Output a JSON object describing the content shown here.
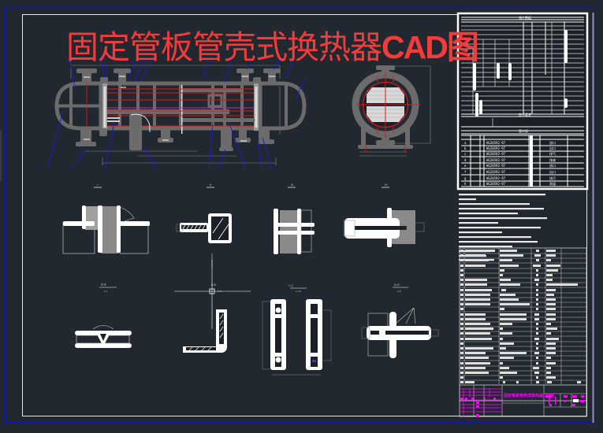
{
  "drawing": {
    "title_cn": "固定管板管壳式换热器",
    "title_latin": "CAD图",
    "title_color": "#f23b3b",
    "background": "#212830",
    "border_color": "#1010c8",
    "frame_color": "#e6e6e6",
    "equipment_color": "#6b6b6b",
    "tube_color": "#e01818",
    "leader_color": "#1a1ae0"
  },
  "views": {
    "main_elevation": {
      "label": "main-elevation-view"
    },
    "end_section": {
      "label": "end-section-view"
    },
    "detail_1": {
      "label": "I",
      "scale": "5:1"
    },
    "detail_2": {
      "label": "II",
      "scale": "5:1"
    },
    "detail_3": {
      "label": "III",
      "scale": "5:1"
    },
    "detail_4": {
      "label": "IV",
      "scale": "5:1"
    },
    "detail_5": {
      "label": "A-A",
      "scale": "1:1"
    },
    "detail_6": {
      "label": "B-B",
      "scale": "1:5"
    },
    "detail_7": {
      "label": "C-C",
      "scale": "1:10"
    },
    "detail_8": {
      "label": "D-D",
      "scale": "1:5"
    }
  },
  "design_table": {
    "header": "设计数据",
    "section2_header": "管口表",
    "nozzle_rows": [
      {
        "mark": "a",
        "dn": "DN",
        "std": "HG20592-97",
        "face": "RF",
        "use": "进口"
      },
      {
        "mark": "b",
        "dn": "DN",
        "std": "HG20592-97",
        "face": "RF",
        "use": "出口"
      },
      {
        "mark": "c",
        "dn": "DN",
        "std": "HG20592-97",
        "face": "RF",
        "use": "排气"
      },
      {
        "mark": "d",
        "dn": "DN",
        "std": "HG20592-97",
        "face": "RF",
        "use": "排液"
      },
      {
        "mark": "e",
        "dn": "DN",
        "std": "HG20592-97",
        "face": "RF",
        "use": "进口"
      },
      {
        "mark": "f",
        "dn": "DN",
        "std": "HG20592-97",
        "face": "RF",
        "use": "出口"
      },
      {
        "mark": "g",
        "dn": "DN",
        "std": "HG20592-97",
        "face": "RF",
        "use": "排污"
      },
      {
        "mark": "h",
        "dn": "DN",
        "std": "HG20592-97",
        "face": "RF",
        "use": "测温"
      }
    ]
  },
  "tech_requirements": {
    "header": "技术要求",
    "line_count": 15
  },
  "parts_list": {
    "row_count": 27,
    "footer": "序号 名称 数量 材料 备注"
  },
  "title_block": {
    "drawing_name": "固定管板管壳式换热器CAD图",
    "color": "#ff00ff"
  }
}
